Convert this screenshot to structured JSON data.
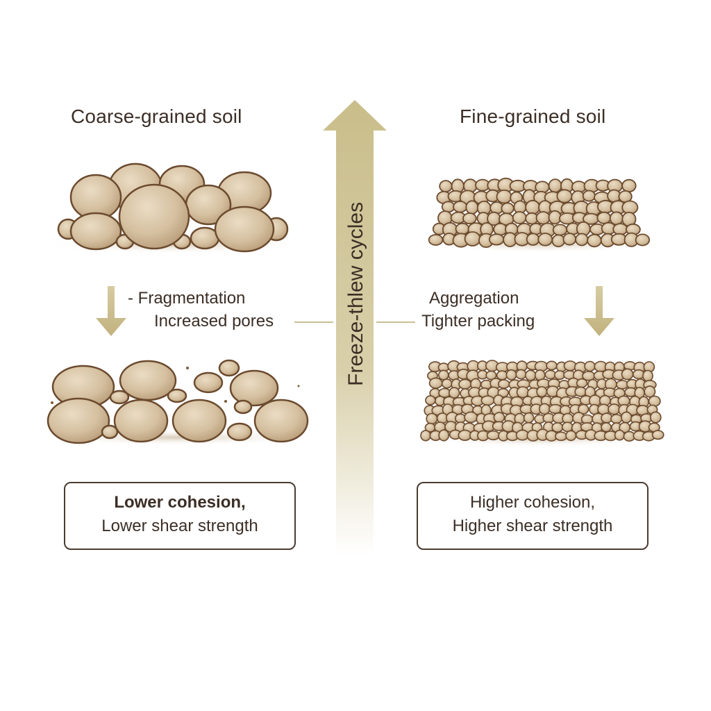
{
  "diagram": {
    "central_axis": {
      "label": "Freeze-thlew cycles",
      "direction": "up",
      "color": "#c9bf8f"
    },
    "left": {
      "title": "Coarse-grained soil",
      "before_image": "large-rounded-soil-aggregates",
      "process_labels": [
        "- Fragmentation",
        "Increased pores"
      ],
      "arrow": "down",
      "after_image": "fragmented-soil-clumps-with-pores",
      "result": {
        "line1": "Lower cohesion,",
        "line2": "Lower shear strength"
      }
    },
    "right": {
      "title": "Fine-grained soil",
      "before_image": "packed-small-soil-grains",
      "process_labels": [
        "Aggregation",
        "Tighter packing"
      ],
      "arrow": "down",
      "after_image": "tightly-packed-soil-grains",
      "result": {
        "line1": "Higher cohesion,",
        "line2": "Higher shear strength"
      }
    },
    "colors": {
      "soil_fill": "#d6c2a2",
      "soil_outline": "#6b4a2e",
      "arrow_fill": "#c7bb8a",
      "text": "#3b2e25",
      "box_border": "#4a3b30"
    }
  }
}
